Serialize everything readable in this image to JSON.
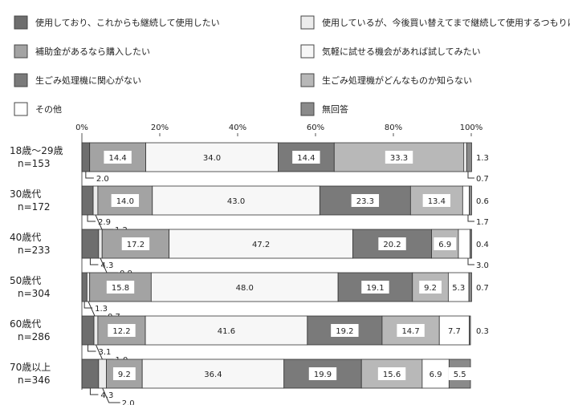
{
  "chart_data": {
    "type": "bar",
    "orientation": "horizontal-stacked-percent",
    "xlim": [
      0,
      100
    ],
    "x_ticks": [
      "0%",
      "20%",
      "40%",
      "60%",
      "80%",
      "100%"
    ],
    "legend_position": "top",
    "categories": [
      {
        "name": "18歳～29歳",
        "n": "n=153"
      },
      {
        "name": "30歳代",
        "n": "n=172"
      },
      {
        "name": "40歳代",
        "n": "n=233"
      },
      {
        "name": "50歳代",
        "n": "n=304"
      },
      {
        "name": "60歳代",
        "n": "n=286"
      },
      {
        "name": "70歳以上",
        "n": "n=346"
      }
    ],
    "series": [
      {
        "name": "使用しており、これからも継続して使用したい",
        "color": "#6e6e6e",
        "values": [
          2.0,
          2.9,
          4.3,
          1.3,
          3.1,
          4.3
        ]
      },
      {
        "name": "使用しているが、今後買い替えてまで継続して使用するつもりはない",
        "color": "#ececec",
        "values": [
          0.0,
          1.2,
          0.9,
          0.7,
          1.0,
          2.0
        ]
      },
      {
        "name": "補助金があるなら購入したい",
        "color": "#a3a3a3",
        "values": [
          14.4,
          14.0,
          17.2,
          15.8,
          12.2,
          9.2
        ]
      },
      {
        "name": "気軽に試せる機会があれば試してみたい",
        "color": "#f7f7f7",
        "values": [
          34.0,
          43.0,
          47.2,
          48.0,
          41.6,
          36.4
        ]
      },
      {
        "name": "生ごみ処理機に関心がない",
        "color": "#7a7a7a",
        "values": [
          14.4,
          23.3,
          20.2,
          19.1,
          19.2,
          19.9
        ]
      },
      {
        "name": "生ごみ処理機がどんなものか知らない",
        "color": "#b8b8b8",
        "values": [
          33.3,
          13.4,
          6.9,
          9.2,
          14.7,
          15.6
        ]
      },
      {
        "name": "その他",
        "color": "#ffffff",
        "values": [
          0.7,
          1.7,
          3.0,
          5.3,
          7.7,
          6.9
        ]
      },
      {
        "name": "無回答",
        "color": "#8a8a8a",
        "values": [
          1.3,
          0.6,
          0.4,
          0.7,
          0.3,
          5.5
        ]
      }
    ],
    "inside_labels": [
      [
        null,
        null,
        "14.4",
        "34.0",
        "14.4",
        "33.3",
        null,
        null
      ],
      [
        null,
        null,
        "14.0",
        "43.0",
        "23.3",
        "13.4",
        null,
        null
      ],
      [
        null,
        null,
        "17.2",
        "47.2",
        "20.2",
        "6.9",
        null,
        null
      ],
      [
        null,
        null,
        "15.8",
        "48.0",
        "19.1",
        "9.2",
        "5.3",
        null
      ],
      [
        null,
        null,
        "12.2",
        "41.6",
        "19.2",
        "14.7",
        "7.7",
        null
      ],
      [
        null,
        null,
        "9.2",
        "36.4",
        "19.9",
        "15.6",
        "6.9",
        "5.5"
      ]
    ],
    "callouts_left": [
      [
        "2.0"
      ],
      [
        "2.9",
        "1.2"
      ],
      [
        "4.3",
        "0.9"
      ],
      [
        "1.3",
        "0.7"
      ],
      [
        "3.1",
        "1.0"
      ],
      [
        "4.3",
        "2.0"
      ]
    ],
    "callouts_right": [
      [
        "1.3",
        "0.7"
      ],
      [
        "0.6",
        "1.7"
      ],
      [
        "0.4",
        "3.0"
      ],
      [
        "0.7"
      ],
      [
        "0.3"
      ],
      []
    ]
  }
}
